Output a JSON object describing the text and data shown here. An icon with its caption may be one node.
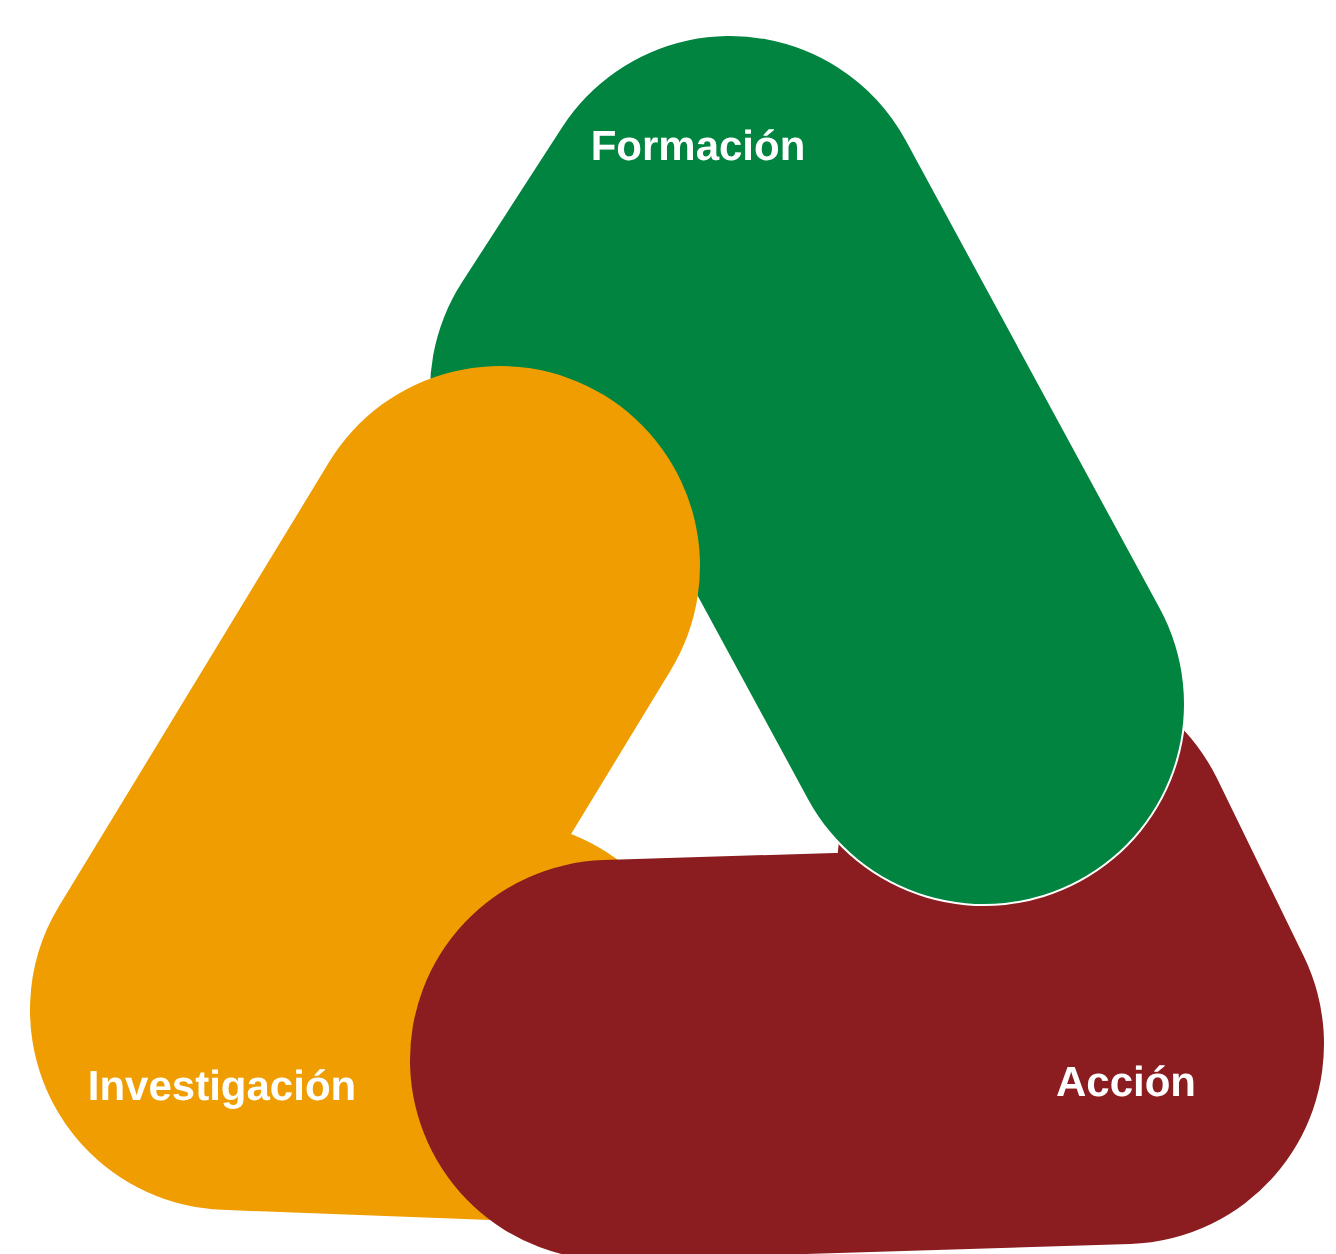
{
  "diagram": {
    "nodes": [
      {
        "text": [
          "Formación"
        ]
      },
      {
        "text": [
          "Investigación"
        ]
      },
      {
        "text": [
          "Acción"
        ]
      }
    ]
  }
}
